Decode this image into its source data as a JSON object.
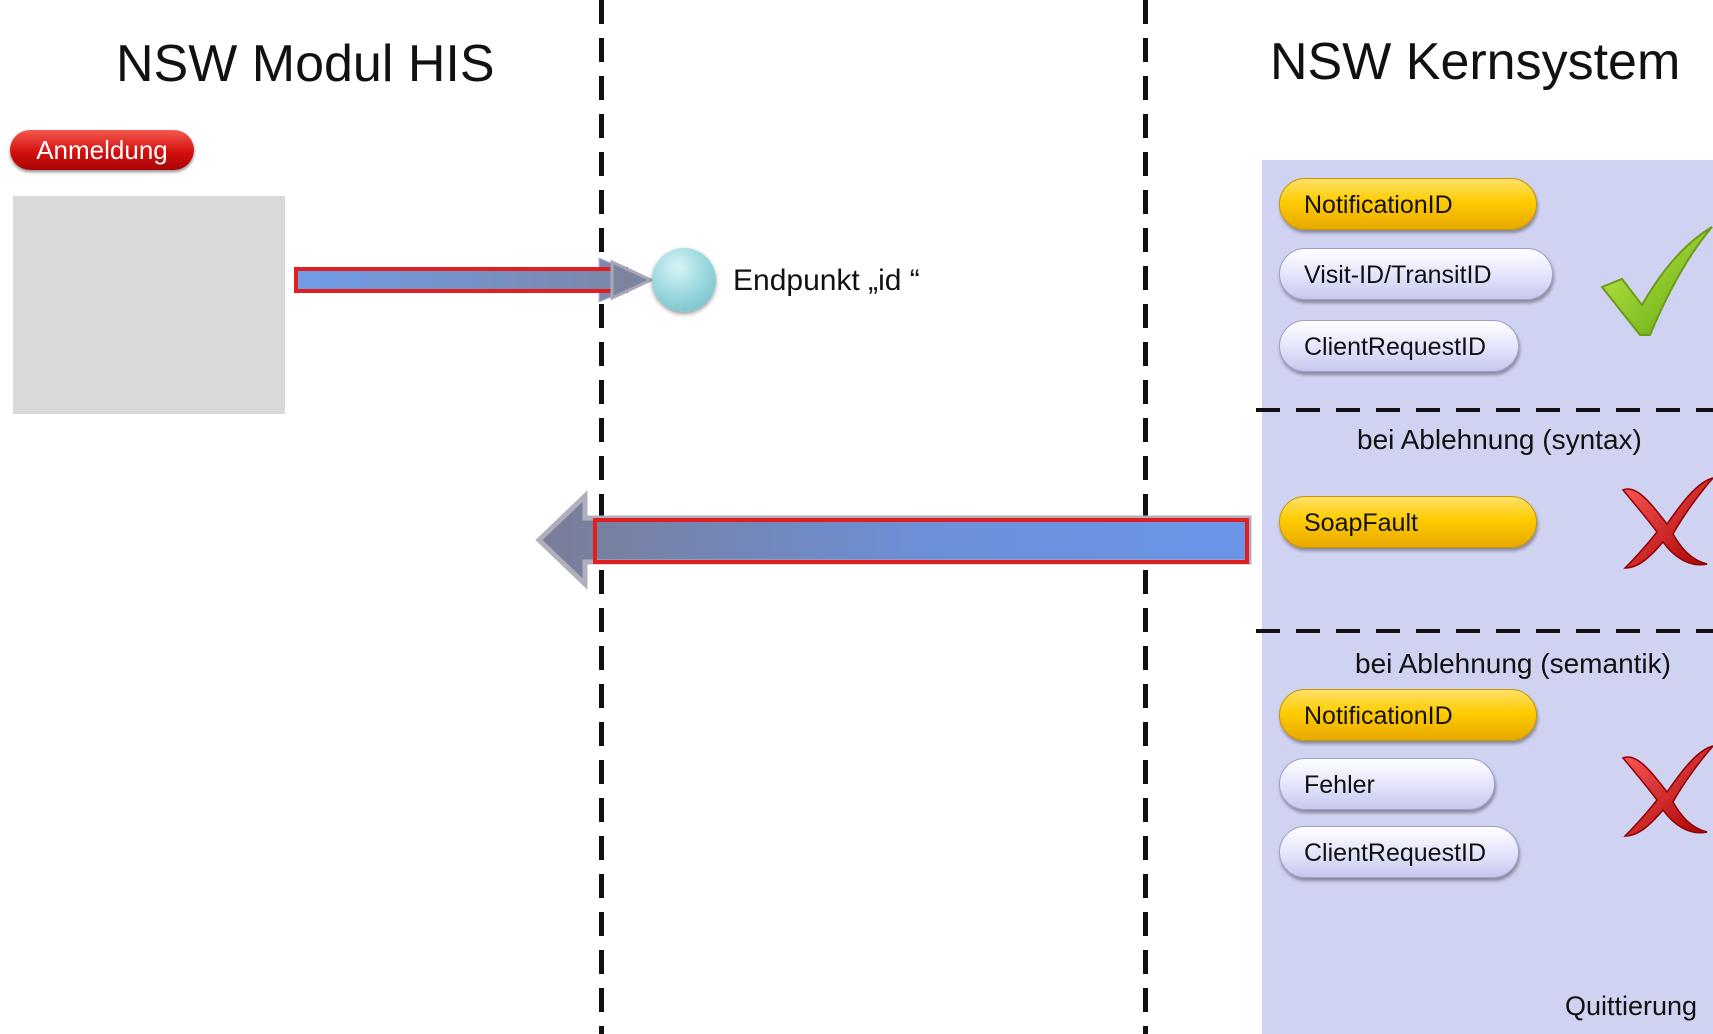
{
  "titles": {
    "left": "NSW Modul HIS",
    "right": "NSW Kernsystem"
  },
  "badge": {
    "label": "Anmeldung"
  },
  "endpoint": {
    "label": "Endpunkt „id “"
  },
  "success": {
    "items": [
      "NotificationID",
      "Visit-ID/TransitID",
      "ClientRequestID"
    ],
    "icon": "checkmark-icon"
  },
  "syntax": {
    "heading": "bei Ablehnung  (syntax)",
    "items": [
      "SoapFault"
    ],
    "icon": "cross-icon"
  },
  "semantic": {
    "heading": "bei Ablehnung  (semantik)",
    "items": [
      "NotificationID",
      "Fehler",
      "ClientRequestID"
    ],
    "icon": "cross-icon"
  },
  "footer": {
    "label": "Quittierung"
  },
  "colors": {
    "panel": "#d0d2f1",
    "badge": "#d40f0f",
    "arrow_fill": "#6a95e0",
    "arrow_border": "#e02020",
    "pill_yellow": "#ffcc00",
    "pill_light": "#e2e3fb",
    "check": "#8ccf1a",
    "cross": "#cc0000"
  }
}
